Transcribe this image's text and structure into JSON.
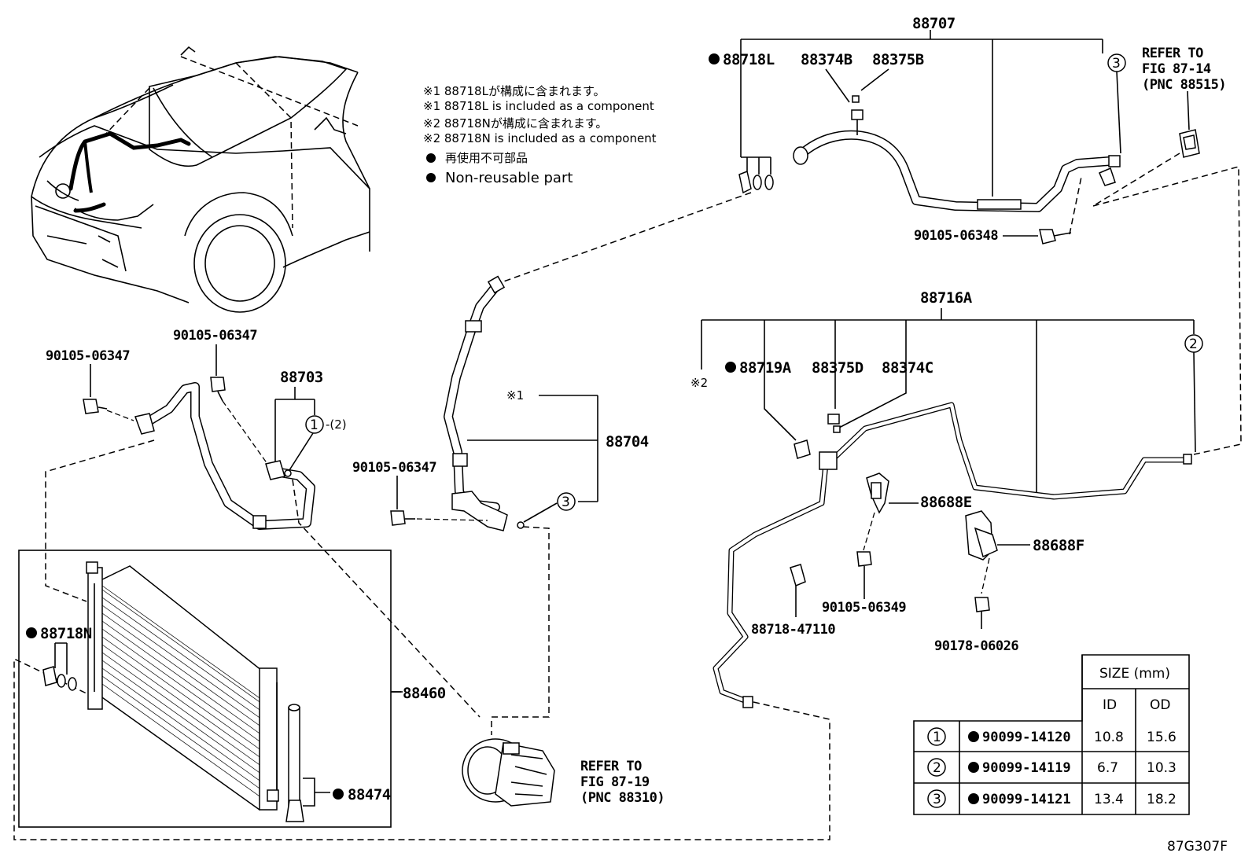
{
  "diagram_id": "87G307F",
  "notes": {
    "line1": "※1 88718Lが構成に含まれます。",
    "line2": "※1 88718L is included as a component",
    "line3": "※2 88718Nが構成に含まれます。",
    "line4": "※2 88718N is included as a component",
    "line5": "再使用不可部品",
    "line6": "Non-reusable part"
  },
  "labels": {
    "p88707": "88707",
    "p88718L": "88718L",
    "p88374B": "88374B",
    "p88375B": "88375B",
    "refer1_a": "REFER TO",
    "refer1_b": "FIG 87-14",
    "refer1_c": "(PNC 88515)",
    "p90105_06348": "90105-06348",
    "p88716A": "88716A",
    "p88719A": "88719A",
    "p88375D": "88375D",
    "p88374C": "88374C",
    "star2": "※2",
    "p88688E": "88688E",
    "p88688F": "88688F",
    "p90105_06349": "90105-06349",
    "p88718_47110": "88718-47110",
    "p90178_06026": "90178-06026",
    "p90105_06347_a": "90105-06347",
    "p90105_06347_b": "90105-06347",
    "p90105_06347_c": "90105-06347",
    "p88703": "88703",
    "p88703_note": "-(2)",
    "star1": "※1",
    "p88704": "88704",
    "p88718N": "88718N",
    "p88460": "88460",
    "p88474": "88474",
    "refer2_a": "REFER TO",
    "refer2_b": "FIG 87-19",
    "refer2_c": "(PNC 88310)"
  },
  "callouts": {
    "c1": "1",
    "c2": "2",
    "c3": "3"
  },
  "size_table": {
    "header": "SIZE (mm)",
    "col_id": "ID",
    "col_od": "OD",
    "rows": [
      {
        "ref": "1",
        "part": "90099-14120",
        "id": "10.8",
        "od": "15.6"
      },
      {
        "ref": "2",
        "part": "90099-14119",
        "id": "6.7",
        "od": "10.3"
      },
      {
        "ref": "3",
        "part": "90099-14121",
        "id": "13.4",
        "od": "18.2"
      }
    ]
  }
}
